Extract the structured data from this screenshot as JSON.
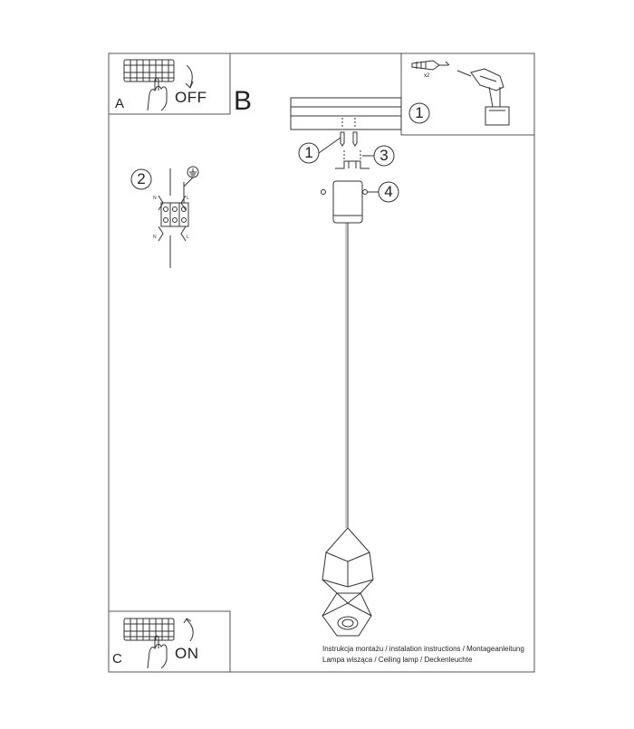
{
  "panels": {
    "a": {
      "letter": "A",
      "switch_state": "OFF"
    },
    "b": {
      "letter": "B"
    },
    "c": {
      "letter": "C",
      "switch_state": "ON"
    }
  },
  "callouts": {
    "drill_step": "1",
    "dowel": "1",
    "wiring": "2",
    "bracket": "3",
    "canopy_screw": "4"
  },
  "fixings_quantity": "x2",
  "terminal_labels": {
    "neutral": "N",
    "live": "L"
  },
  "caption": {
    "line1": "Instrukcja montażu / instalation instructions / Montageanleitung",
    "line2": "Lampa wisząca / Ceiling lamp / Deckenleuchte"
  },
  "icons": [
    "wall-switch-icon",
    "hand-icon",
    "rotate-arrow-icon",
    "drill-icon",
    "wall-plug-icon",
    "ground-symbol-icon"
  ],
  "colors": {
    "line": "#333333",
    "frame": "#555555",
    "background": "#ffffff"
  }
}
